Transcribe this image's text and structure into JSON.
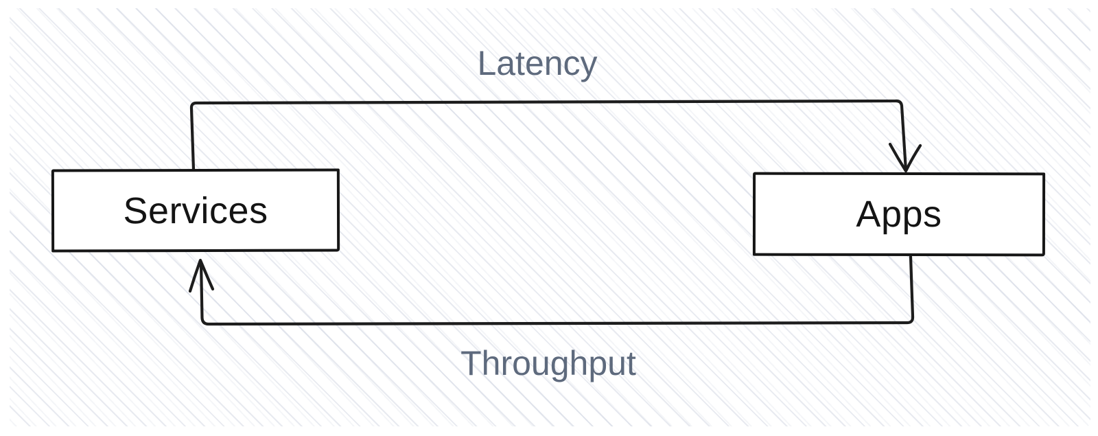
{
  "diagram": {
    "nodes": [
      {
        "id": "services",
        "label": "Services"
      },
      {
        "id": "apps",
        "label": "Apps"
      }
    ],
    "edges": [
      {
        "id": "latency",
        "label": "Latency",
        "from": "services",
        "to": "apps",
        "position": "top",
        "arrow": "into-apps-top"
      },
      {
        "id": "throughput",
        "label": "Throughput",
        "from": "apps",
        "to": "services",
        "position": "bottom",
        "arrow": "into-services-bottom"
      }
    ],
    "colors": {
      "background": "#ffffff",
      "hatch_line": "#e4e8f0",
      "stroke": "#1d1d1d",
      "node_fill": "#ffffff",
      "node_text": "#141414",
      "edge_label_text": "#5e6a7d"
    },
    "style": "hand-drawn-sketch"
  }
}
